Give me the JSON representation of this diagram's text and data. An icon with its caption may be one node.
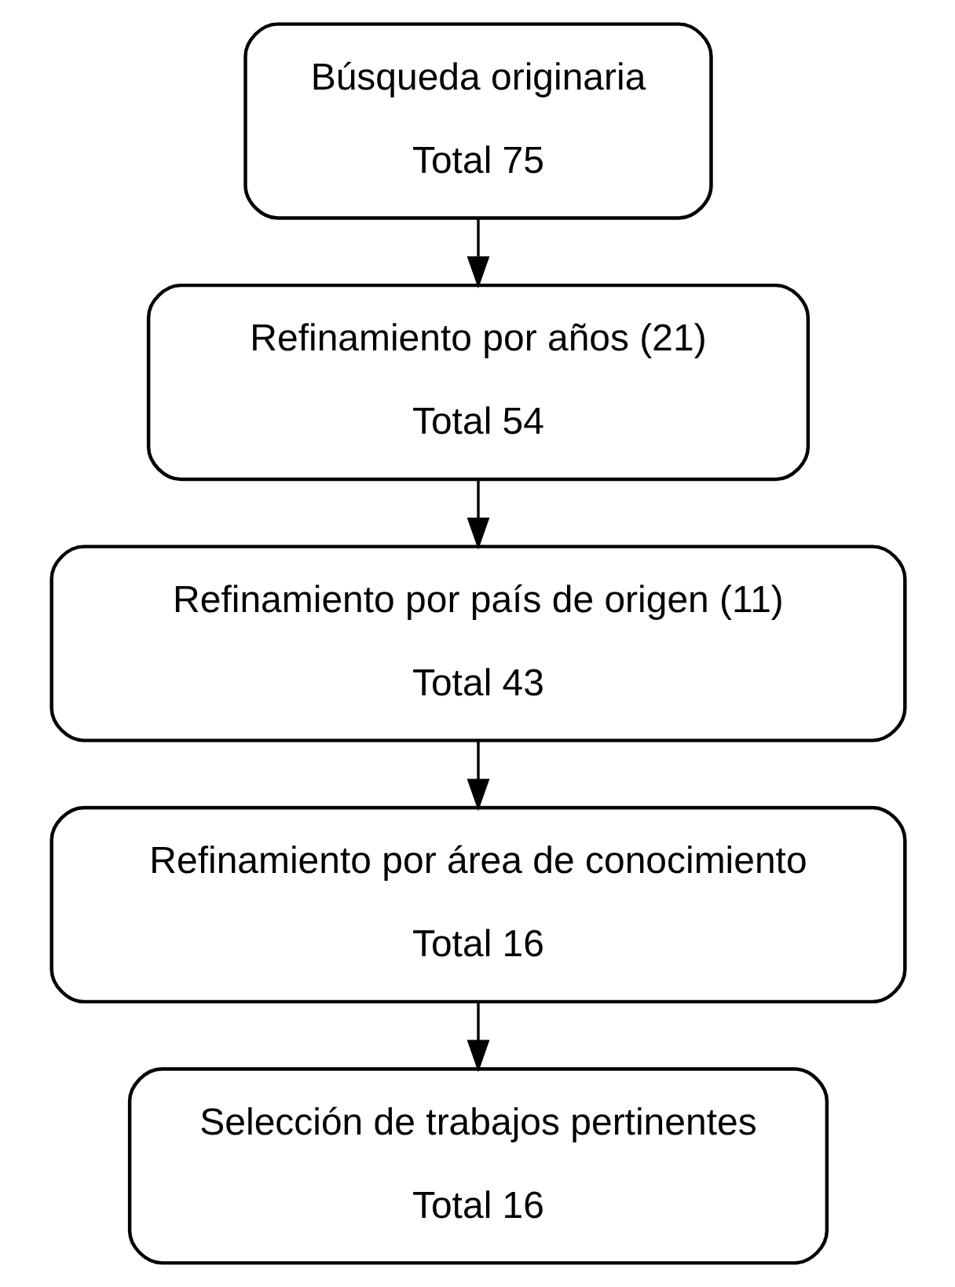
{
  "diagram": {
    "nodes": [
      {
        "text": [
          "Búsqueda originaria",
          "Total 75"
        ]
      },
      {
        "text": [
          "Refinamiento por años (21)",
          "Total 54"
        ]
      },
      {
        "text": [
          "Refinamiento por país de origen (11)",
          "Total 43"
        ]
      },
      {
        "text": [
          "Refinamiento por área de conocimiento",
          "Total 16"
        ]
      },
      {
        "text": [
          "Selección de trabajos pertinentes",
          "Total 16"
        ]
      }
    ],
    "edges": [
      {
        "from": 0,
        "to": 1,
        "arrow": "to"
      },
      {
        "from": 1,
        "to": 2,
        "arrow": "to"
      },
      {
        "from": 2,
        "to": 3,
        "arrow": "to"
      },
      {
        "from": 3,
        "to": 4,
        "arrow": "to"
      }
    ]
  }
}
